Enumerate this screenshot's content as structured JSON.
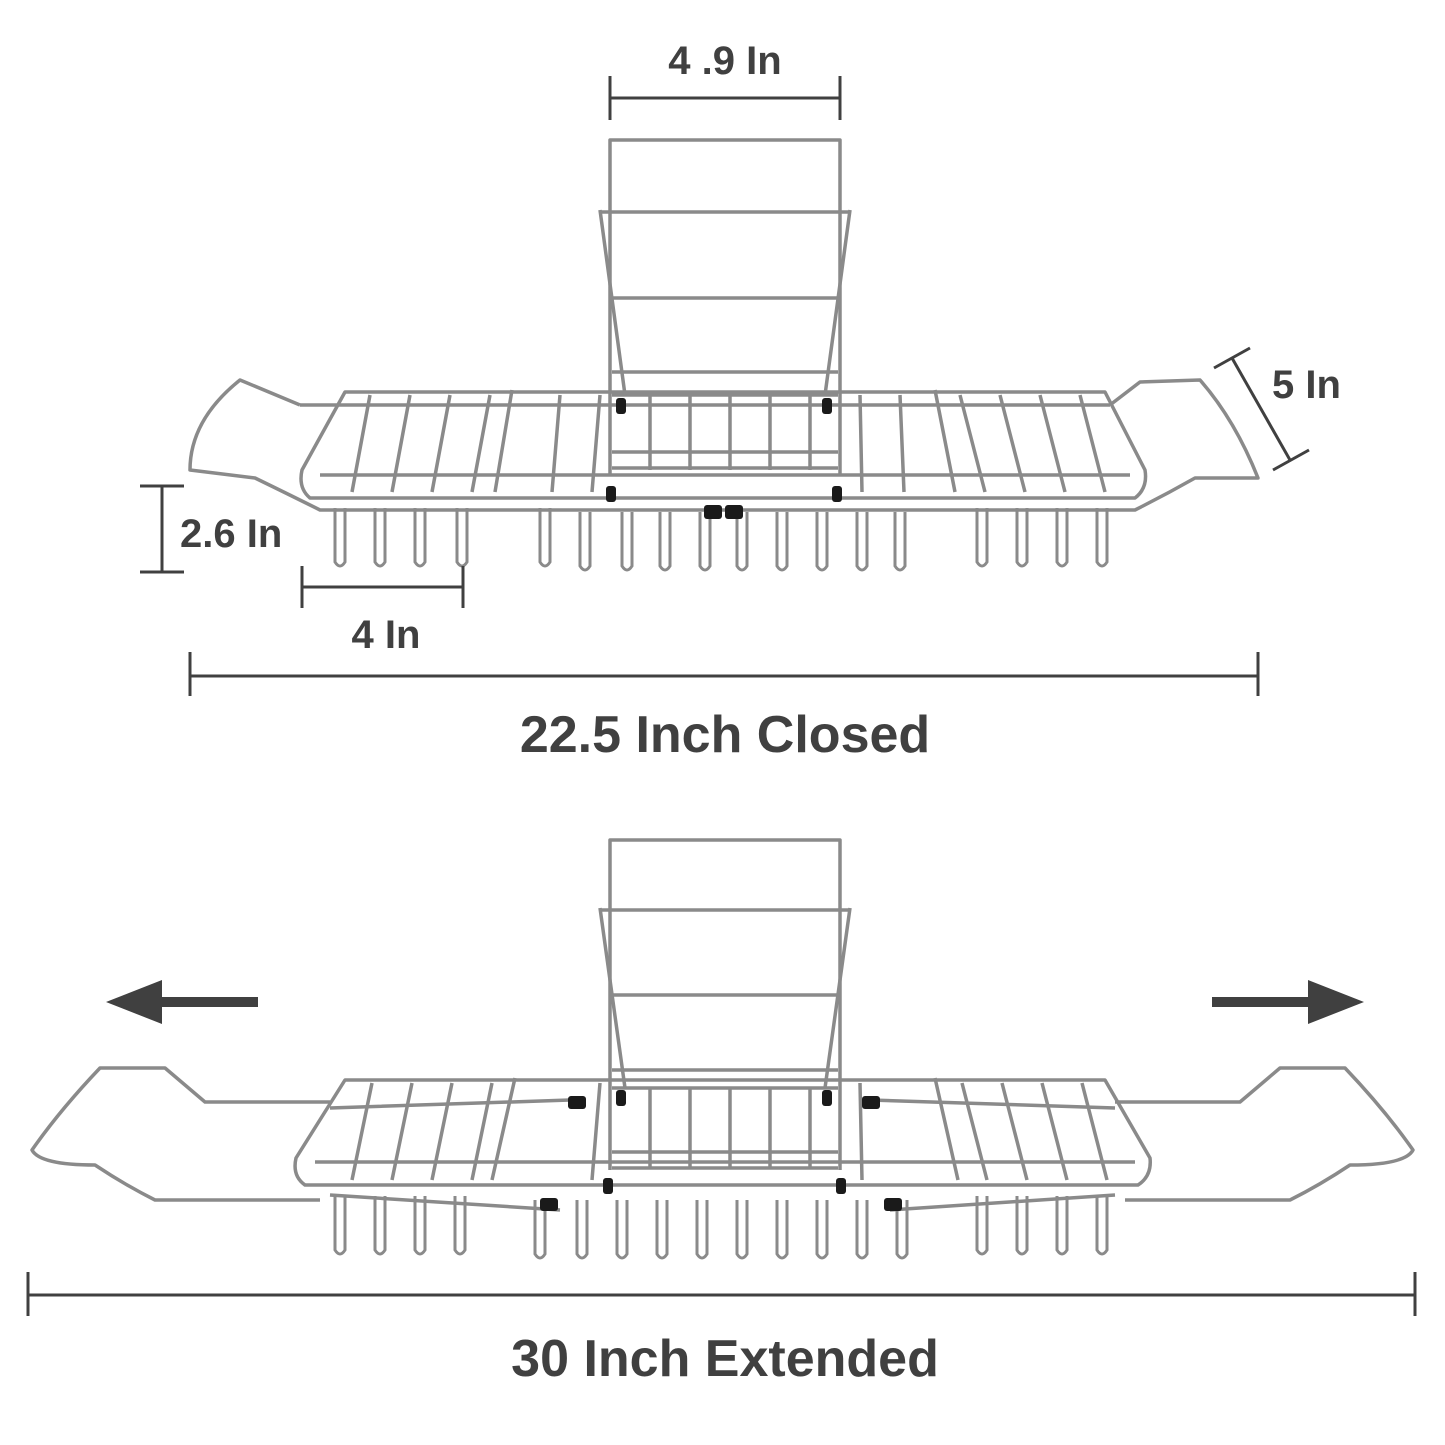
{
  "closed": {
    "width_label": "4 .9 In",
    "depth_label": "5 In",
    "height_label": "2.6 In",
    "basket_label": "4 In",
    "length_label": "22.5 Inch Closed"
  },
  "extended": {
    "length_label": "30 Inch Extended"
  },
  "colors": {
    "dimension": "#404040",
    "wire": "#8a8a8a",
    "wire_highlight": "#e6e6e6",
    "rubber": "#1a1a1a"
  },
  "icons": {
    "left": "arrow-left-icon",
    "right": "arrow-right-icon"
  }
}
